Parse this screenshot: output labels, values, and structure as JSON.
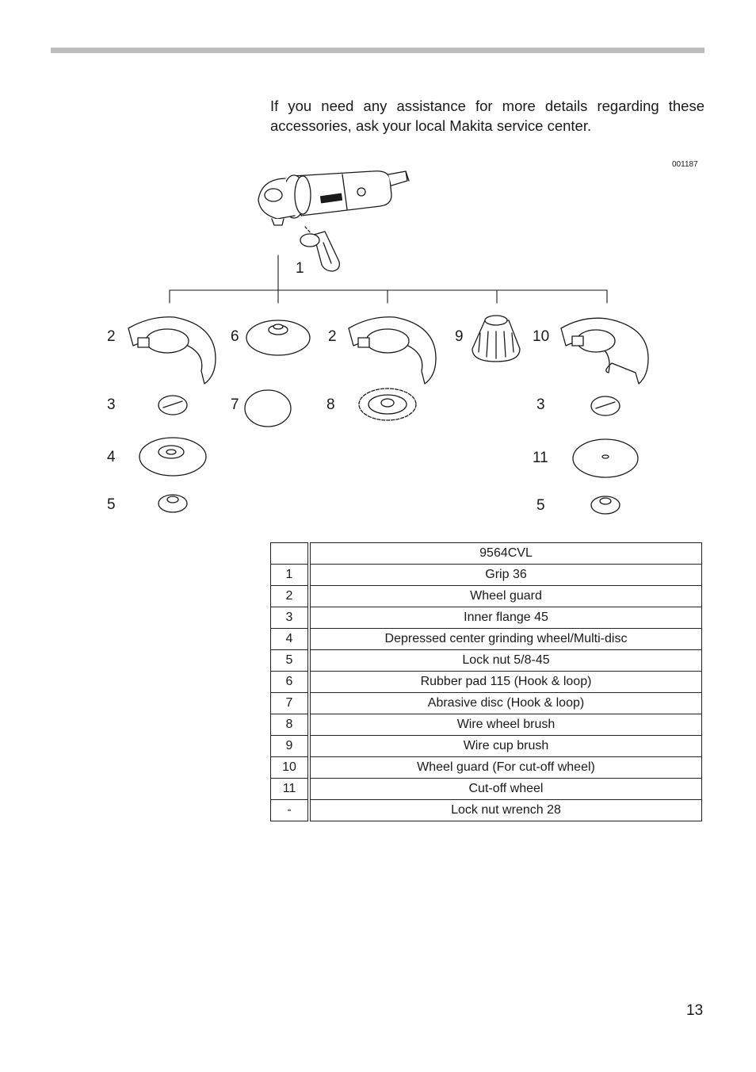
{
  "intro_text": "If you need any assistance for more details regarding these accessories, ask your local Makita service center.",
  "figure": {
    "code": "001187",
    "callouts": {
      "grip": "1",
      "guard_a": "2",
      "flange_a": "3",
      "wheel_a": "4",
      "nut_a": "5",
      "pad": "6",
      "disc": "7",
      "guard_b": "2",
      "brush": "8",
      "cup": "9",
      "guard_c": "10",
      "flange_c": "3",
      "cutoff": "11",
      "nut_c": "5"
    }
  },
  "table": {
    "header_model": "9564CVL",
    "rows": [
      {
        "num": "1",
        "item": "Grip 36"
      },
      {
        "num": "2",
        "item": "Wheel guard"
      },
      {
        "num": "3",
        "item": "Inner flange 45"
      },
      {
        "num": "4",
        "item": "Depressed center grinding wheel/Multi-disc"
      },
      {
        "num": "5",
        "item": "Lock nut 5/8-45"
      },
      {
        "num": "6",
        "item": "Rubber pad 115 (Hook & loop)"
      },
      {
        "num": "7",
        "item": "Abrasive disc (Hook & loop)"
      },
      {
        "num": "8",
        "item": "Wire wheel brush"
      },
      {
        "num": "9",
        "item": "Wire cup brush"
      },
      {
        "num": "10",
        "item": "Wheel guard (For cut-off wheel)"
      },
      {
        "num": "11",
        "item": "Cut-off wheel"
      },
      {
        "num": "-",
        "item": "Lock nut wrench 28"
      }
    ]
  },
  "page_number": "13"
}
